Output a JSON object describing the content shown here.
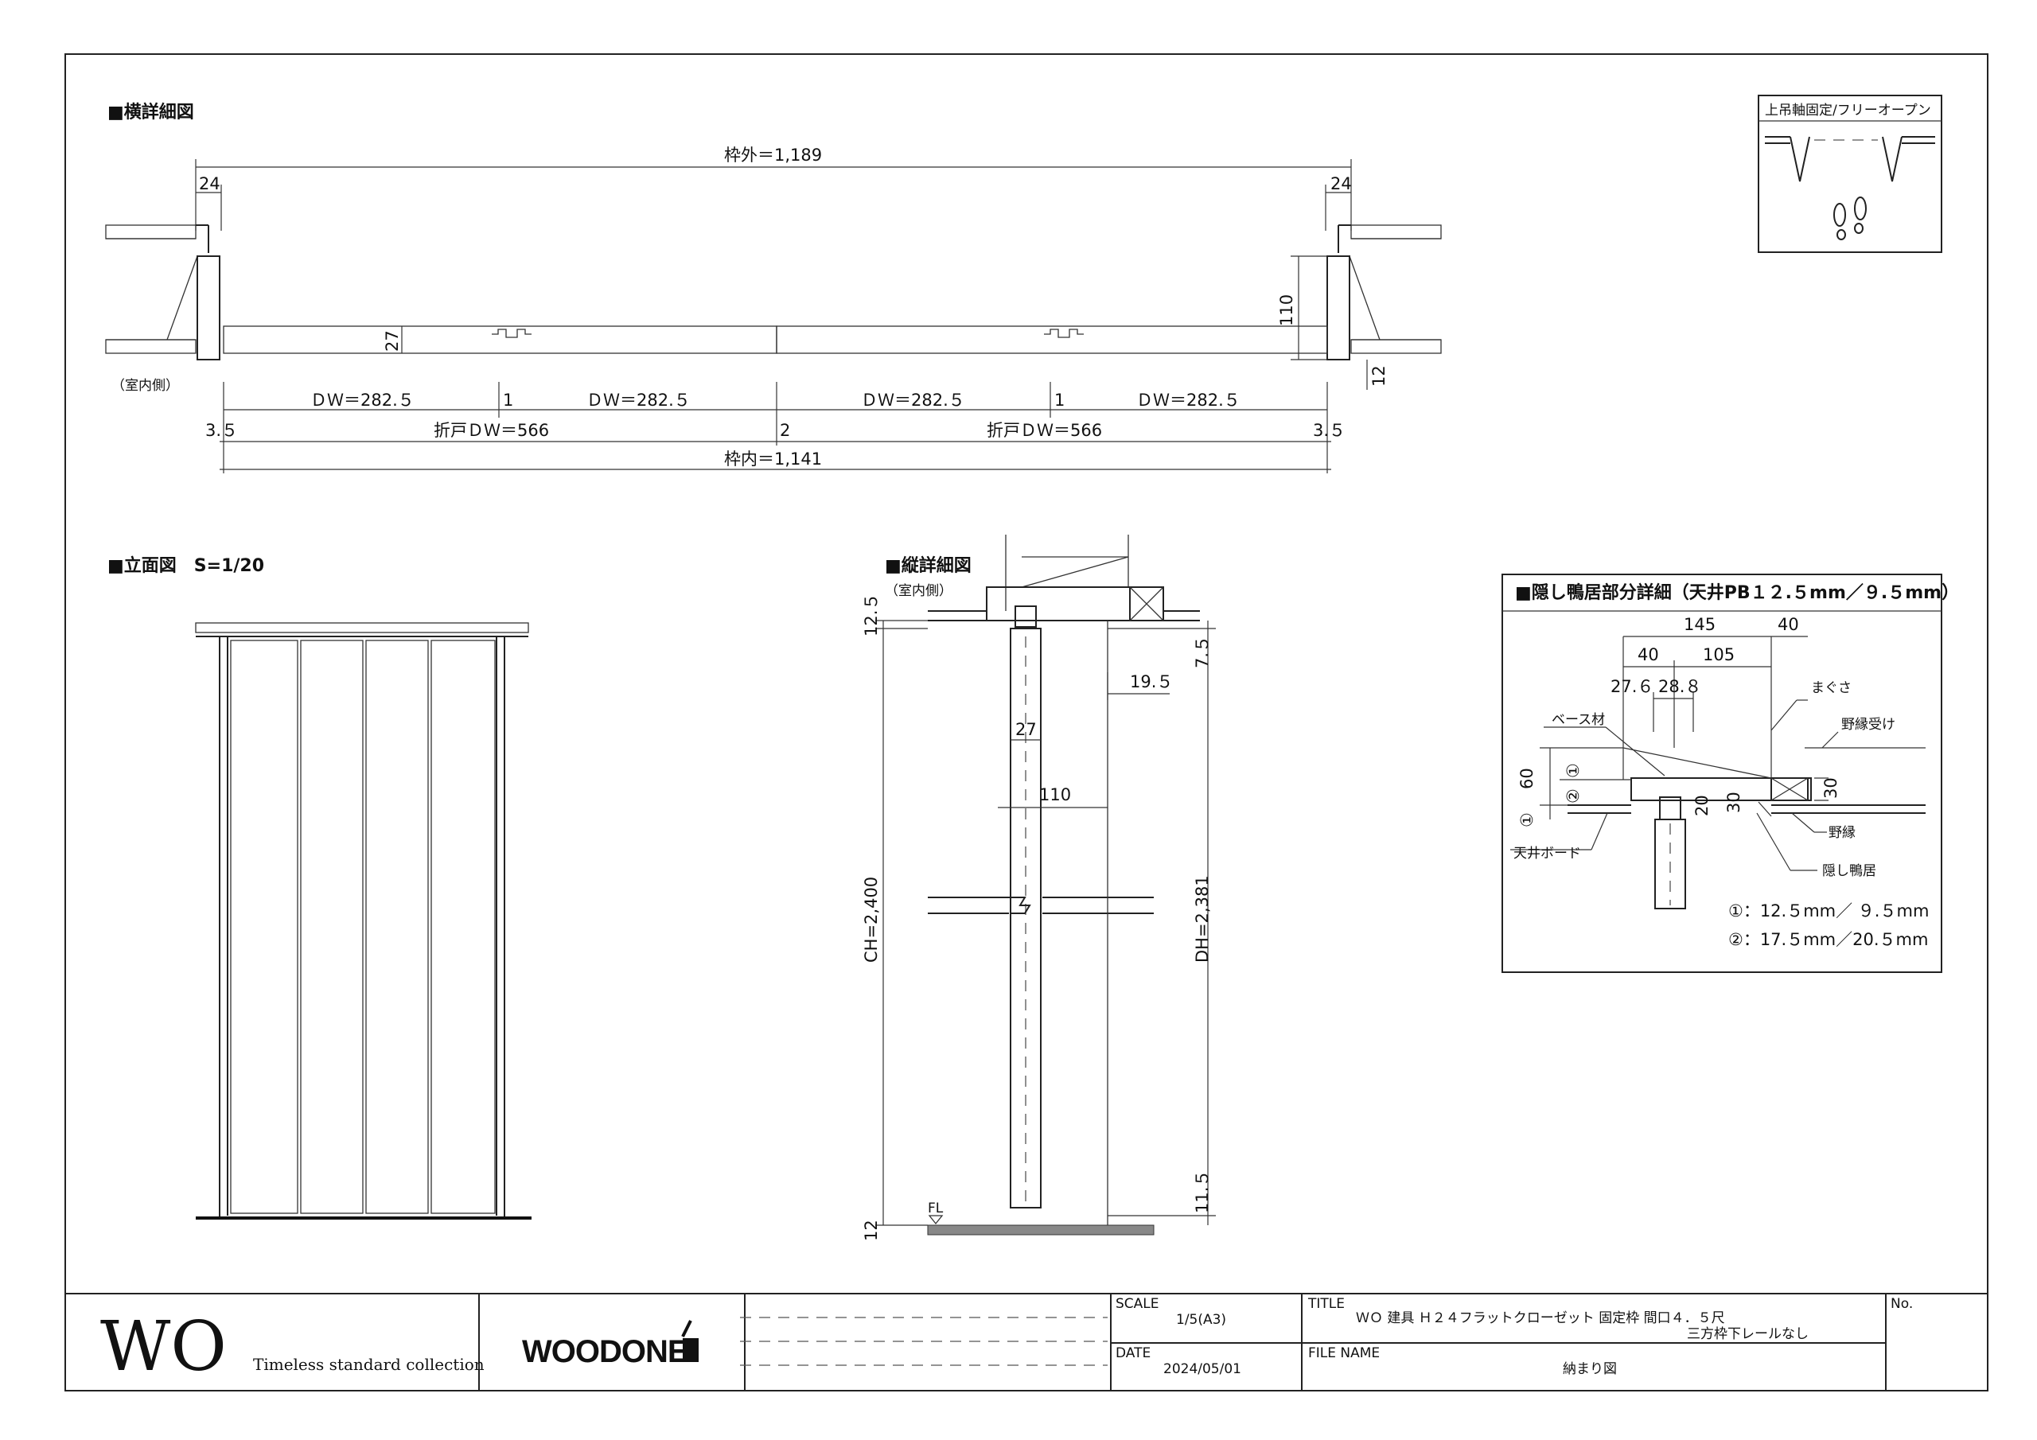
{
  "sections": {
    "horizontal": "■横詳細図",
    "elevation": "■立面図　S=1/20",
    "vertical": "■縦詳細図",
    "hidden_detail": "■隠し鴨居部分詳細（天井PB１２.５mm／９.５mm）"
  },
  "inset": {
    "label": "上吊軸固定/フリーオープン"
  },
  "horizontal_dims": {
    "frame_outer": "枠外＝1,189",
    "jamb_left": "24",
    "jamb_right": "24",
    "panel_thickness": "27",
    "frame_depth": "110",
    "reveal": "12",
    "indoor": "（室内側）",
    "dw_1": "ＤＷ＝282.５",
    "gap_1": "1",
    "dw_2": "ＤＷ＝282.５",
    "dw_3": "ＤＷ＝282.５",
    "gap_2": "1",
    "dw_4": "ＤＷ＝282.５",
    "clear_left": "3.５",
    "fold_dw_1": "折戸ＤＷ＝566",
    "center_gap": "2",
    "fold_dw_2": "折戸ＤＷ＝566",
    "clear_right": "3.５",
    "frame_inner": "枠内＝1,141"
  },
  "vertical_dims": {
    "indoor": "（室内側）",
    "top_12_5": "12.５",
    "top_7_5": "7.５",
    "d_19_5": "19.５",
    "d_27": "27",
    "d_110": "110",
    "ch": "CH=2,400",
    "dh": "DH=2,381",
    "bottom_11_5": "11.５",
    "bottom_12": "12",
    "fl": "FL"
  },
  "hidden_dims": {
    "d_145": "145",
    "d_40_right": "40",
    "d_40_left": "40",
    "d_105": "105",
    "d_27_6": "27.６",
    "d_28_8": "28.８",
    "d_60": "60",
    "d_20": "20",
    "d_30_inner": "30",
    "d_30_right": "30",
    "marker_1": "①",
    "marker_2": "②",
    "marker_1b": "①",
    "base": "ベース材",
    "magusa": "まぐさ",
    "nobuchi_uke": "野縁受け",
    "nobuchi": "野縁",
    "ceiling_board": "天井ボード",
    "kakushi": "隠し鴨居",
    "note_1": "①：12.５mm／ ９.５mm",
    "note_2": "②：17.５mm／20.５mm"
  },
  "title_block": {
    "brand_mark": "WO",
    "collection": "Timeless standard collection",
    "logo": "WOODONE",
    "scale_label": "SCALE",
    "scale_value": "1/5(A3)",
    "date_label": "DATE",
    "date_value": "2024/05/01",
    "title_label": "TITLE",
    "title_line1": "ＷＯ 建具 Ｈ２４フラットクローゼット 固定枠 間口４．５尺",
    "title_line2": "三方枠下レールなし",
    "file_label": "FILE NAME",
    "file_value": "納まり図",
    "no_label": "No."
  }
}
